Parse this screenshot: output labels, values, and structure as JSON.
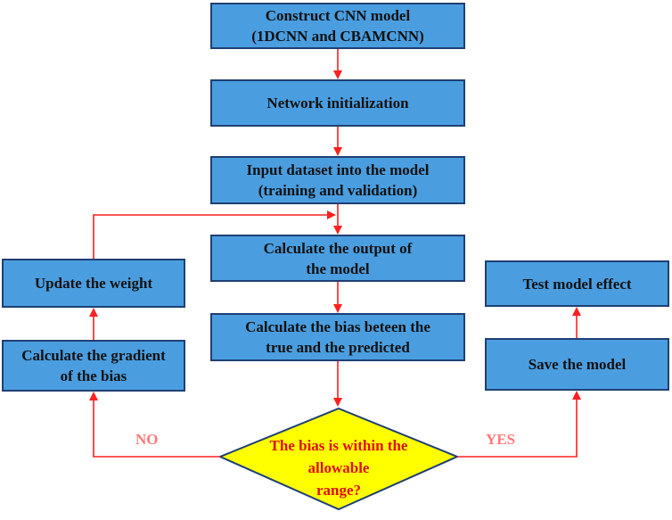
{
  "colors": {
    "box_fill": "#4a9ee0",
    "box_border": "#1f3f73",
    "arrow": "#ff2020",
    "decision_fill": "#ffff00",
    "decision_text": "#e01010"
  },
  "steps": {
    "construct": "Construct CNN model\n(1DCNN and CBAMCNN)",
    "init": "Network initialization",
    "input": "Input dataset into the model\n(training and validation)",
    "output": "Calculate the output of\nthe model",
    "bias": "Calculate the bias beteen the\ntrue and the predicted",
    "gradient": "Calculate the gradient\nof the bias",
    "update": "Update the weight",
    "save": "Save the model",
    "test": "Test model effect"
  },
  "decision": {
    "text": "The bias is within the\nallowable\nrange?",
    "no_label": "NO",
    "yes_label": "YES"
  }
}
